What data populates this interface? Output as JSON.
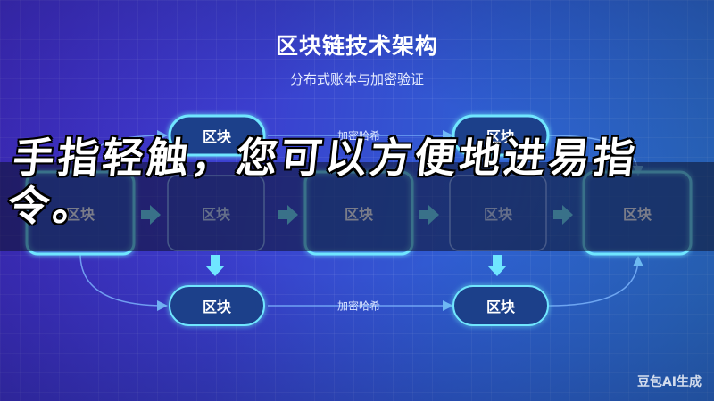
{
  "title": "区块链技术架构",
  "subtitle": "分布式账本与加密验证",
  "block_label": "区块",
  "encryption_label": "加密哈希",
  "caption": "手指轻触，您可以方便地进易指令。",
  "watermark": "豆包AI生成",
  "colors": {
    "accent": "#6fe6ff",
    "block_fill": "#1e3f8a",
    "background_start": "#4a2fd6",
    "background_end": "#2f7fd8"
  }
}
